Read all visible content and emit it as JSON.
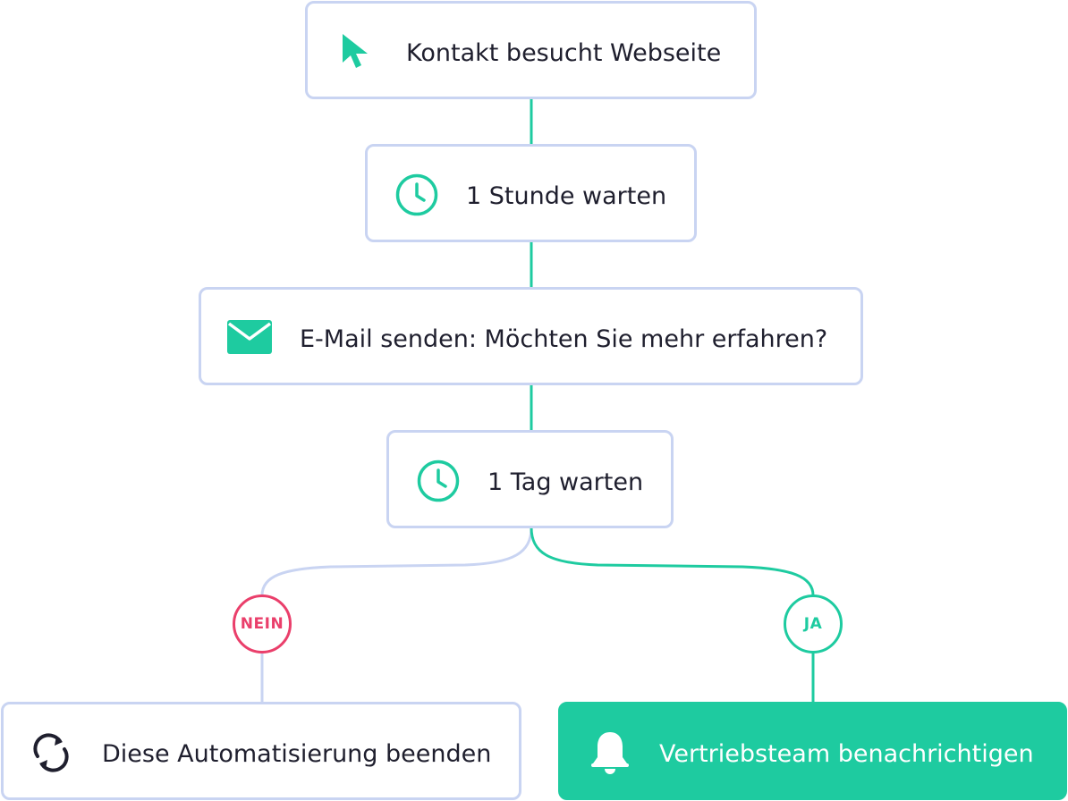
{
  "colors": {
    "accent": "#1ecba0",
    "node_border": "#c9d4f2",
    "no_branch": "#ea3f6b",
    "yes_branch": "#1ecba0",
    "text": "#1f1f2e"
  },
  "steps": [
    {
      "icon": "cursor-icon",
      "label": "Kontakt besucht Webseite"
    },
    {
      "icon": "clock-icon",
      "label": "1 Stunde warten"
    },
    {
      "icon": "mail-icon",
      "label": "E-Mail senden: Möchten Sie mehr erfahren?"
    },
    {
      "icon": "clock-icon",
      "label": "1 Tag warten"
    }
  ],
  "branches": {
    "no": {
      "badge": "NEIN",
      "icon": "refresh-icon",
      "label": "Diese Automatisierung beenden"
    },
    "yes": {
      "badge": "JA",
      "icon": "bell-icon",
      "label": "Vertriebsteam benachrichtigen"
    }
  }
}
